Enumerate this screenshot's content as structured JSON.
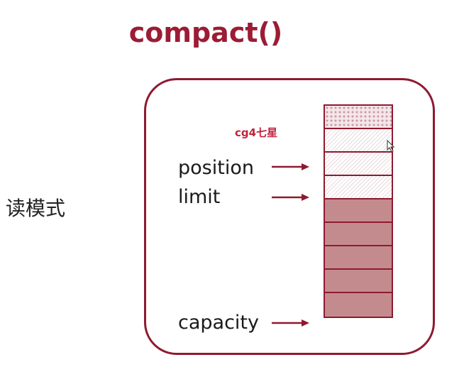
{
  "title": "compact()",
  "side_label": "读模式",
  "watermark": "cg4七星",
  "pointers": {
    "position": "position",
    "limit": "limit",
    "capacity": "capacity"
  },
  "colors": {
    "accent": "#9b1c35",
    "border": "#8e1a30",
    "filled": "#c48b8f"
  },
  "buffer": {
    "cells": [
      {
        "state": "dotted"
      },
      {
        "state": "hatched"
      },
      {
        "state": "hatched"
      },
      {
        "state": "hatched"
      },
      {
        "state": "filled"
      },
      {
        "state": "filled"
      },
      {
        "state": "filled"
      },
      {
        "state": "filled"
      },
      {
        "state": "filled"
      }
    ]
  },
  "icons": {
    "arrow": "arrow-right-icon",
    "cursor": "mouse-cursor-icon"
  }
}
